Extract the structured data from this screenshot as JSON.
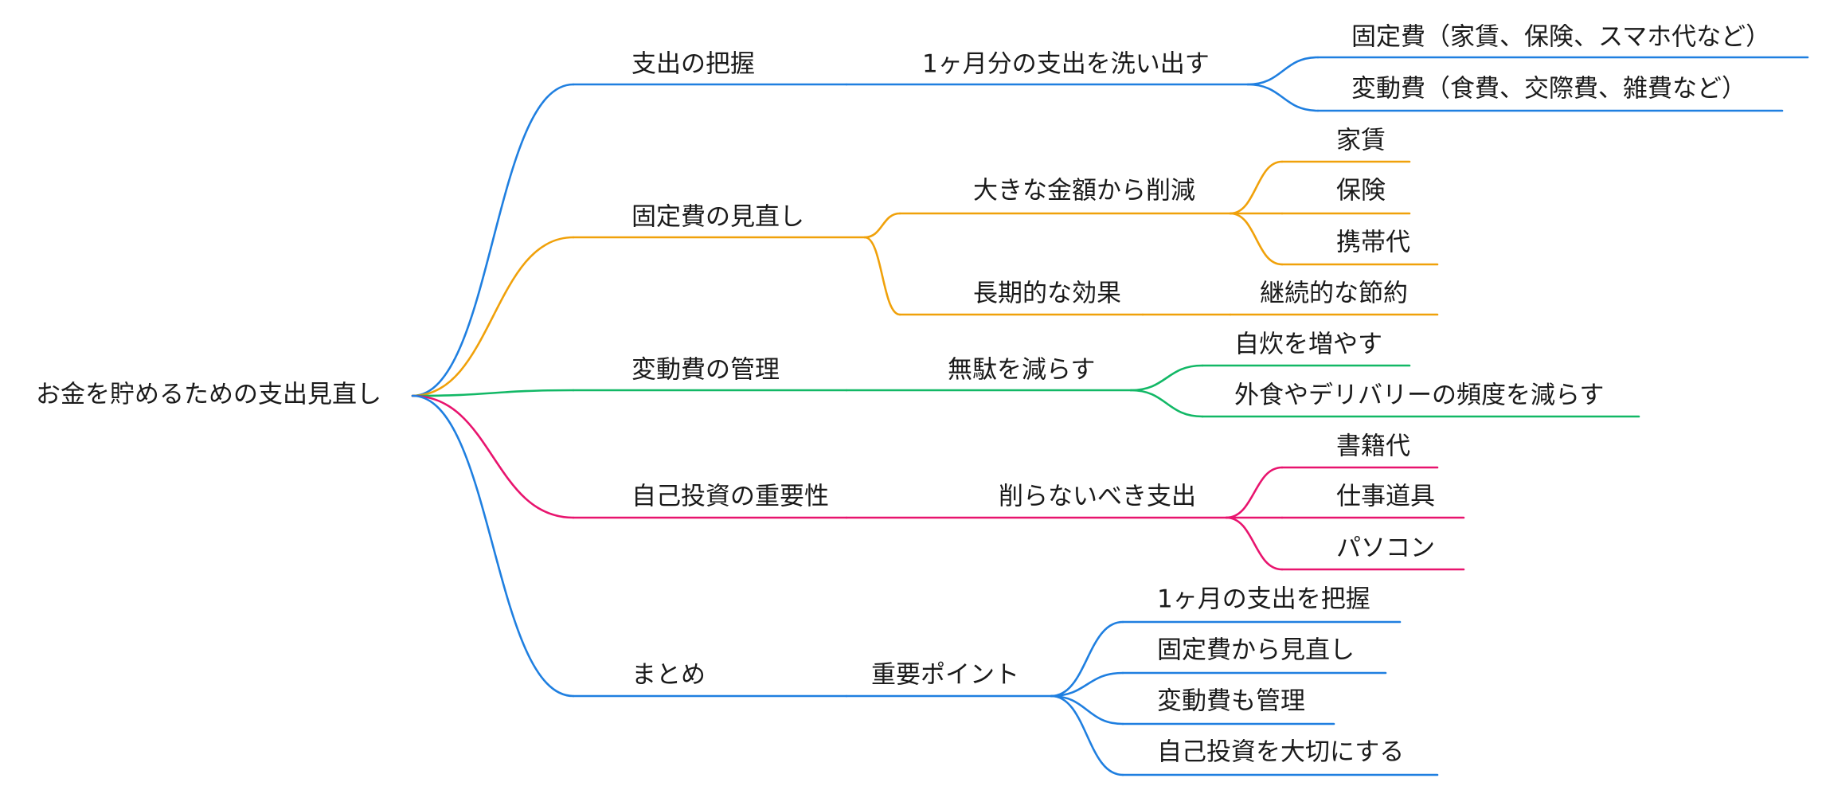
{
  "mindmap": {
    "root": {
      "label": "お金を貯めるための支出見直し",
      "children": [
        {
          "label": "支出の把握",
          "color": "#1f7fe0",
          "children": [
            {
              "label": "1ヶ月分の支出を洗い出す",
              "children": [
                {
                  "label": "固定費（家賃、保険、スマホ代など）"
                },
                {
                  "label": "変動費（食費、交際費、雑費など）"
                }
              ]
            }
          ]
        },
        {
          "label": "固定費の見直し",
          "color": "#f0a10a",
          "children": [
            {
              "label": "大きな金額から削減",
              "children": [
                {
                  "label": "家賃"
                },
                {
                  "label": "保険"
                },
                {
                  "label": "携帯代"
                }
              ]
            },
            {
              "label": "長期的な効果",
              "children": [
                {
                  "label": "継続的な節約"
                }
              ]
            }
          ]
        },
        {
          "label": "変動費の管理",
          "color": "#12b866",
          "children": [
            {
              "label": "無駄を減らす",
              "children": [
                {
                  "label": "自炊を増やす"
                },
                {
                  "label": "外食やデリバリーの頻度を減らす"
                }
              ]
            }
          ]
        },
        {
          "label": "自己投資の重要性",
          "color": "#e8146e",
          "children": [
            {
              "label": "削らないべき支出",
              "children": [
                {
                  "label": "書籍代"
                },
                {
                  "label": "仕事道具"
                },
                {
                  "label": "パソコン"
                }
              ]
            }
          ]
        },
        {
          "label": "まとめ",
          "color": "#1f7fe0",
          "children": [
            {
              "label": "重要ポイント",
              "children": [
                {
                  "label": "1ヶ月の支出を把握"
                },
                {
                  "label": "固定費から見直し"
                },
                {
                  "label": "変動費も管理"
                },
                {
                  "label": "自己投資を大切にする"
                }
              ]
            }
          ]
        }
      ]
    }
  }
}
